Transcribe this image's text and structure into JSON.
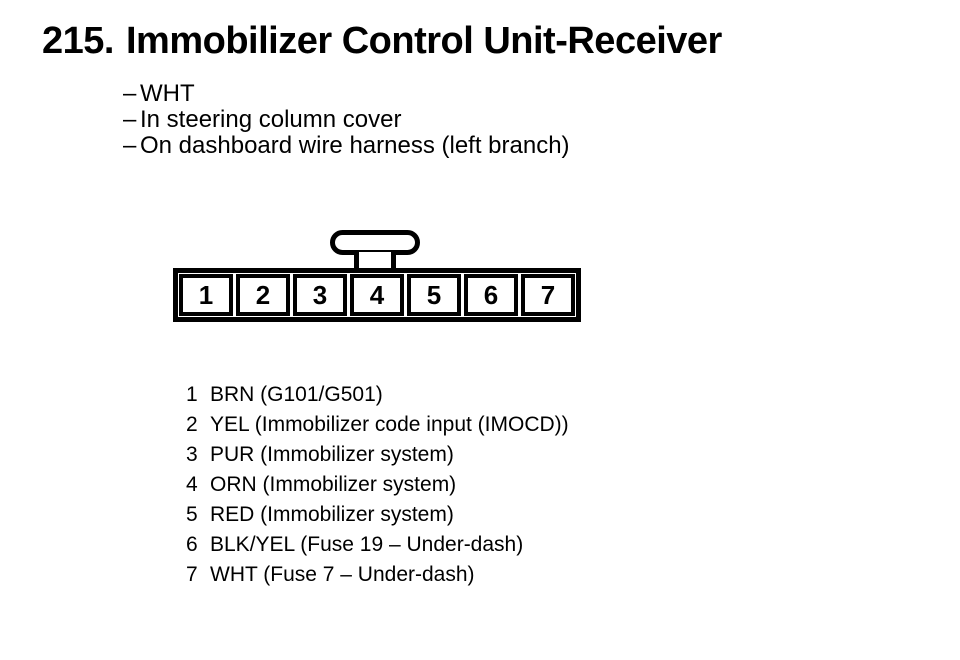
{
  "colors": {
    "ink": "#000000",
    "paper": "#ffffff"
  },
  "figure": {
    "number": "215.",
    "title": "Immobilizer Control Unit-Receiver"
  },
  "notes": [
    {
      "bullet": "–",
      "text": "WHT"
    },
    {
      "bullet": "–",
      "text": "In steering column cover"
    },
    {
      "bullet": "–",
      "text": "On dashboard wire harness (left branch)"
    }
  ],
  "connector": {
    "cavities": [
      "1",
      "2",
      "3",
      "4",
      "5",
      "6",
      "7"
    ]
  },
  "pin_list": [
    {
      "pin": "1",
      "description": "BRN (G101/G501)"
    },
    {
      "pin": "2",
      "description": "YEL (Immobilizer code input (IMOCD))"
    },
    {
      "pin": "3",
      "description": "PUR (Immobilizer system)"
    },
    {
      "pin": "4",
      "description": "ORN (Immobilizer system)"
    },
    {
      "pin": "5",
      "description": "RED (Immobilizer system)"
    },
    {
      "pin": "6",
      "description": "BLK/YEL (Fuse 19 – Under-dash)"
    },
    {
      "pin": "7",
      "description": "WHT (Fuse 7 – Under-dash)"
    }
  ]
}
